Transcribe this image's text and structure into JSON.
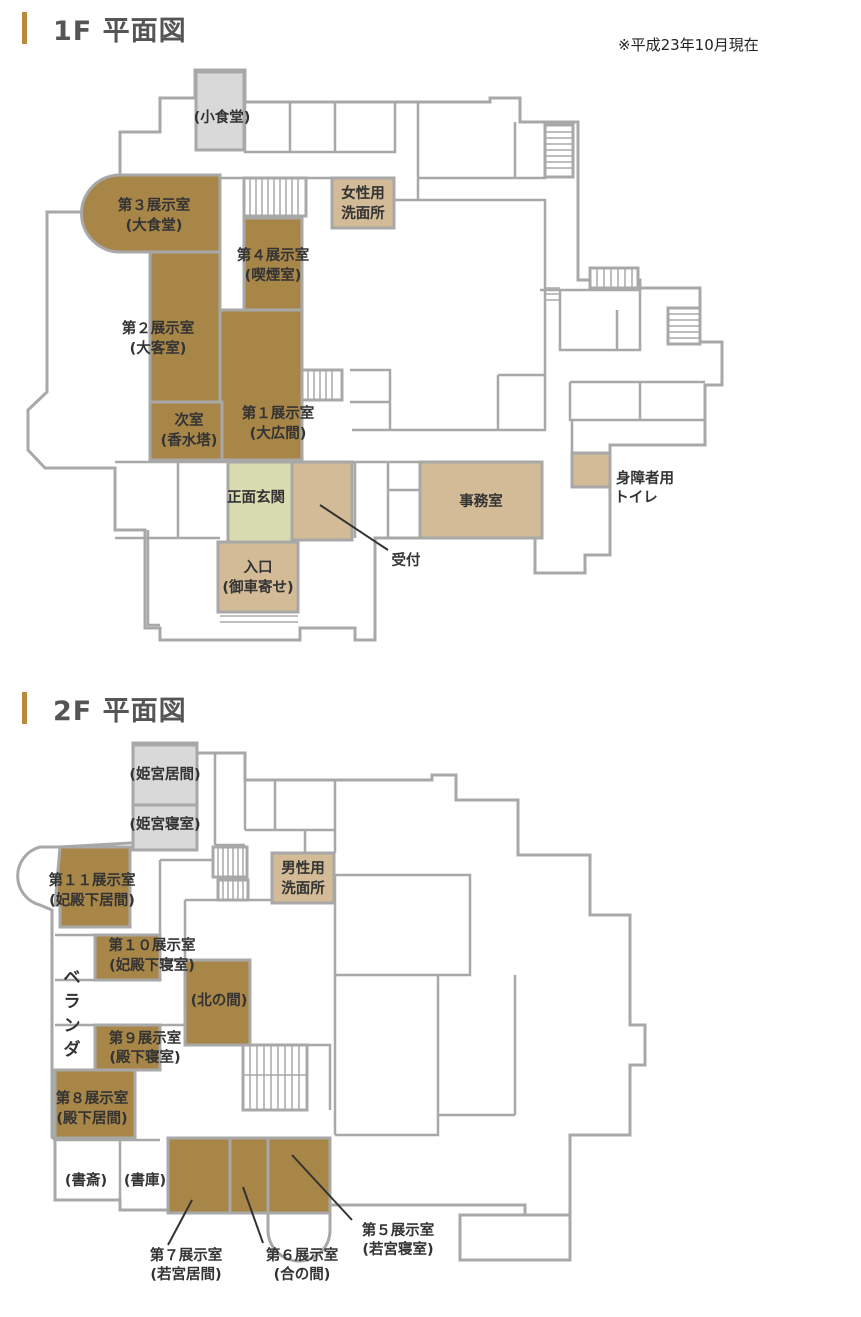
{
  "note": "※平成23年10月現在",
  "floor1": {
    "heading": "1F 平面図",
    "rooms": {
      "small_dining": "(小食堂)",
      "ex3_a": "第３展示室",
      "ex3_b": "(大食堂)",
      "women_a": "女性用",
      "women_b": "洗面所",
      "ex4_a": "第４展示室",
      "ex4_b": "(喫煙室)",
      "ex2_a": "第２展示室",
      "ex2_b": "(大客室)",
      "anteroom_a": "次室",
      "anteroom_b": "(香水塔)",
      "ex1_a": "第１展示室",
      "ex1_b": "(大広間)",
      "entrance_hall": "正面玄関",
      "office": "事務室",
      "accessible_a": "身障者用",
      "accessible_b": "トイレ",
      "reception": "受付",
      "entry_a": "入口",
      "entry_b": "(御車寄せ)"
    }
  },
  "floor2": {
    "heading": "2F 平面図",
    "rooms": {
      "princess_living": "(姫宮居間)",
      "princess_bed": "(姫宮寝室)",
      "men_a": "男性用",
      "men_b": "洗面所",
      "ex11_a": "第１１展示室",
      "ex11_b": "(妃殿下居間)",
      "ex10_a": "第１０展示室",
      "ex10_b": "(妃殿下寝室)",
      "north": "(北の間)",
      "veranda": [
        "ベ",
        "ラ",
        "ン",
        "ダ"
      ],
      "ex9_a": "第９展示室",
      "ex9_b": "(殿下寝室)",
      "ex8_a": "第８展示室",
      "ex8_b": "(殿下居間)",
      "study": "(書斎)",
      "library": "(書庫)",
      "ex7_a": "第７展示室",
      "ex7_b": "(若宮居間)",
      "ex6_a": "第６展示室",
      "ex6_b": "(合の間)",
      "ex5_a": "第５展示室",
      "ex5_b": "(若宮寝室)"
    }
  },
  "colors": {
    "exhibit": "#a88648",
    "service": "#d2bb96",
    "private": "#d9d9d9",
    "entrance": "#d9dcb0",
    "wall": "#a8a8a8",
    "heading_bar": "#b88a3a"
  }
}
